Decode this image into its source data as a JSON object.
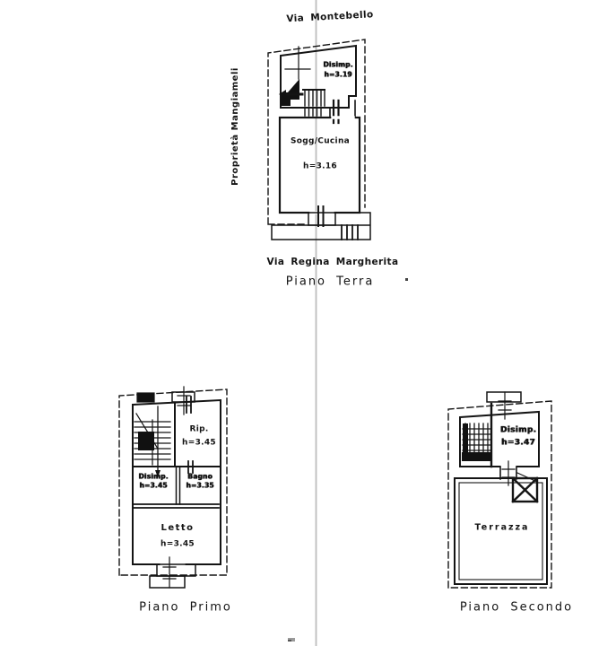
{
  "sheet": {
    "street_top": "Via Montebello",
    "street_bottom": "Via Regina Margherita",
    "property_label": "Proprietà Mangiameli"
  },
  "plans": {
    "terra": {
      "caption": "Piano Terra",
      "rooms": {
        "disimp": {
          "name": "Disimp.",
          "h": "h=3.19"
        },
        "sogg": {
          "name": "Sogg/Cucina",
          "h": "h=3.16"
        }
      }
    },
    "primo": {
      "caption": "Piano Primo",
      "rooms": {
        "rip": {
          "name": "Rip.",
          "h": "h=3.45"
        },
        "disimp": {
          "name": "Disimp.",
          "h": "h=3.45"
        },
        "bagno": {
          "name": "Bagno",
          "h": "h=3.35"
        },
        "letto": {
          "name": "Letto",
          "h": "h=3.45"
        }
      }
    },
    "secondo": {
      "caption": "Piano Secondo",
      "rooms": {
        "disimp": {
          "name": "Disimp.",
          "h": "h=3.47"
        },
        "terrazza": {
          "name": "Terrazza"
        }
      }
    }
  },
  "colors": {
    "ink": "#141414",
    "fold_line": "#bdbdbd",
    "paper": "#ffffff"
  }
}
